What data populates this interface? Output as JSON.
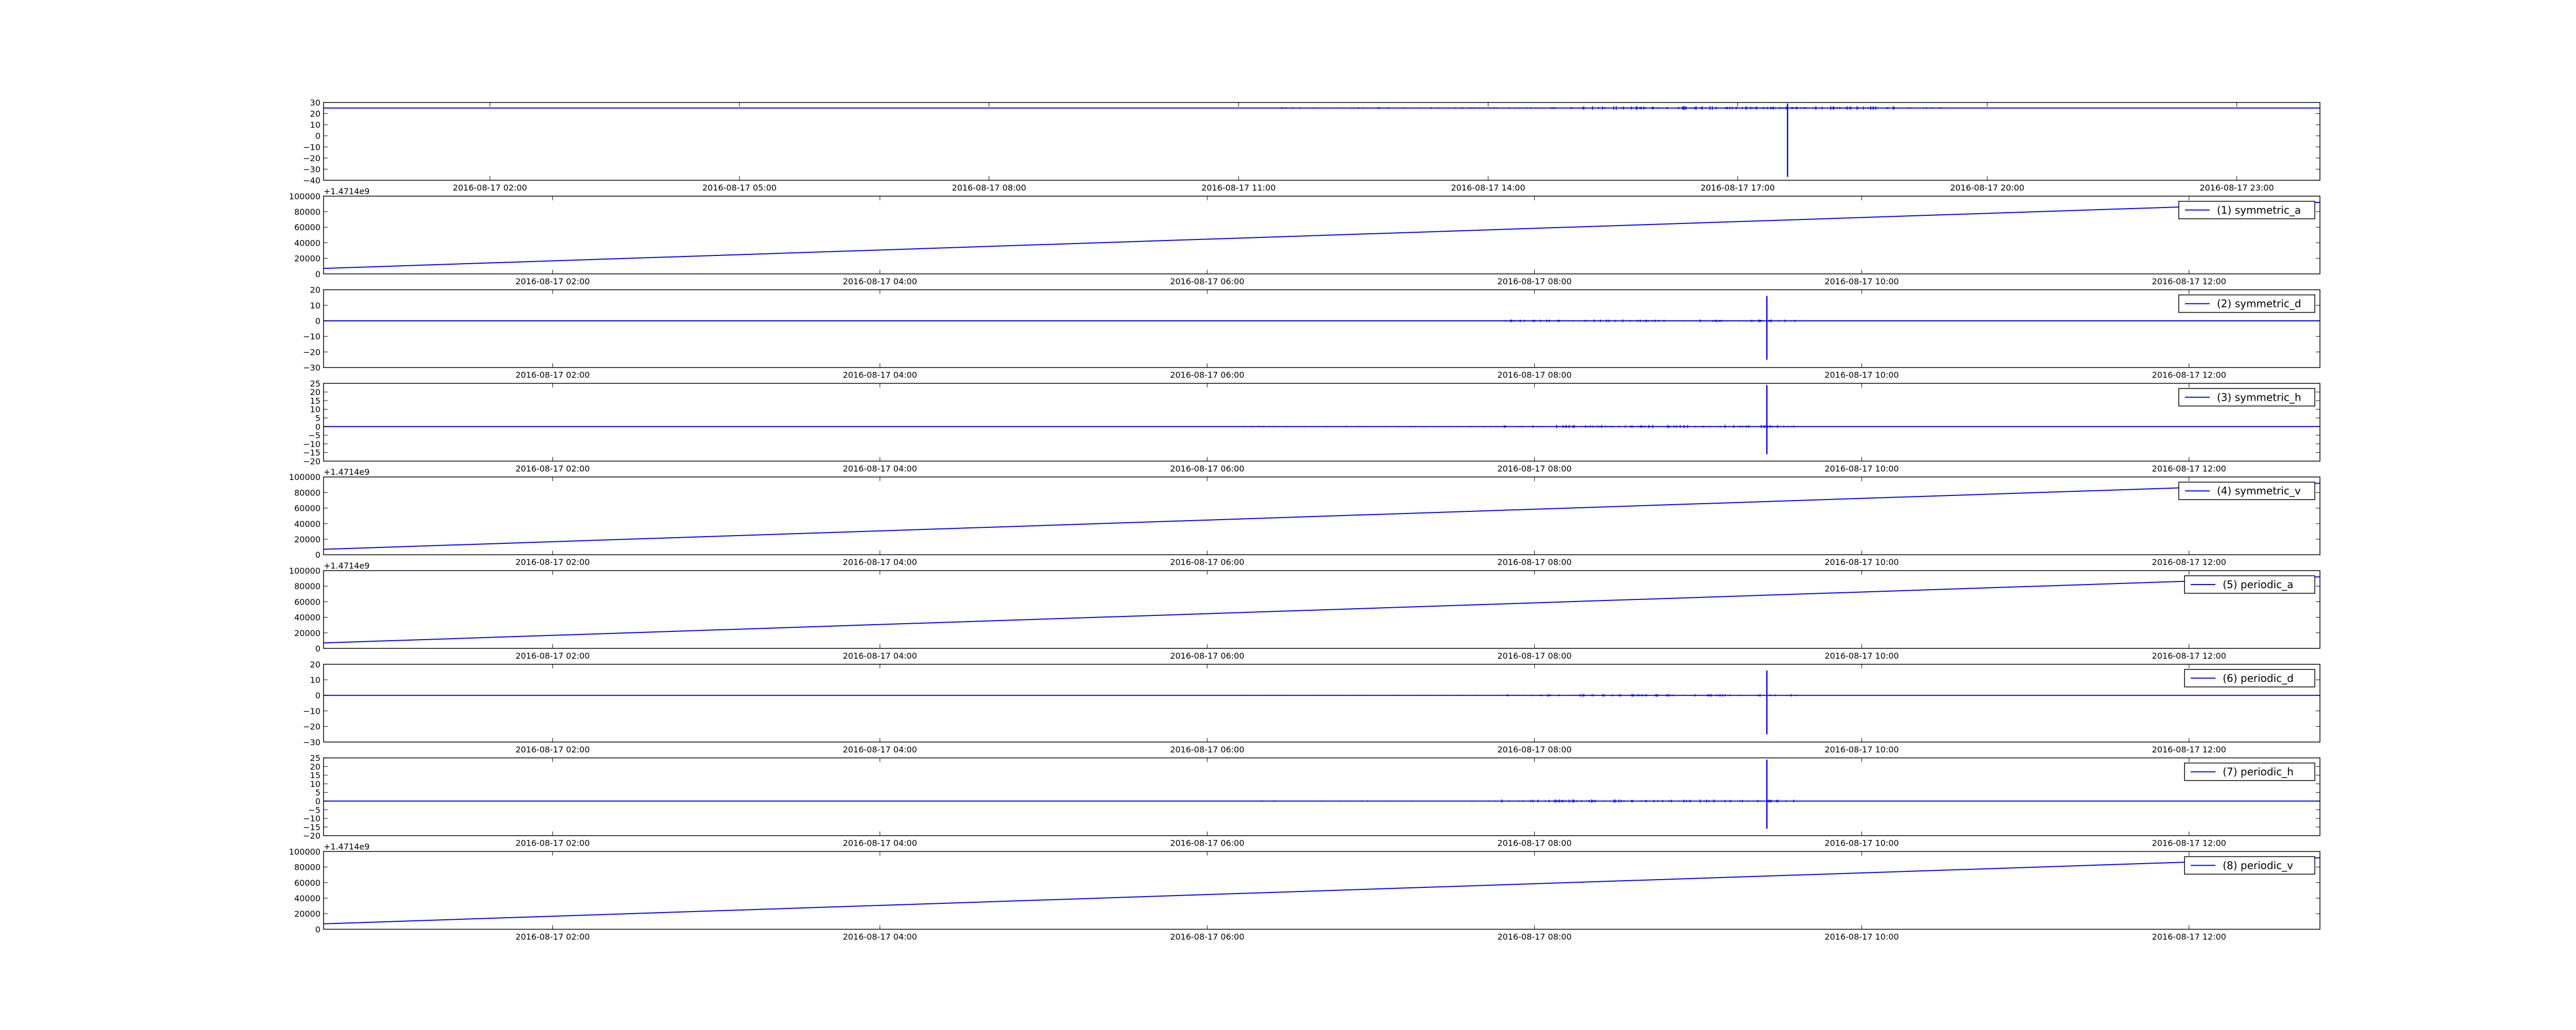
{
  "line_color": "#0000ff",
  "frame_color": "#000000",
  "background": "#ffffff",
  "chart_data": [
    {
      "type": "line",
      "legend": "",
      "legend_position": "none",
      "offset_label": "",
      "grid": false,
      "ylim": [
        -40,
        30
      ],
      "yticks": [
        30,
        20,
        10,
        0,
        -10,
        -20,
        -30,
        -40
      ],
      "ytick_labels": [
        "30",
        "20",
        "10",
        "0",
        "−10",
        "−20",
        "−30",
        "−40"
      ],
      "xlim": [
        0,
        24
      ],
      "xticks": [
        2,
        5,
        8,
        11,
        14,
        17,
        20,
        23
      ],
      "xtick_labels": [
        "2016-08-17 02:00",
        "2016-08-17 05:00",
        "2016-08-17 08:00",
        "2016-08-17 11:00",
        "2016-08-17 14:00",
        "2016-08-17 17:00",
        "2016-08-17 20:00",
        "2016-08-17 23:00"
      ],
      "baseline": 25,
      "noise": [
        [
          11.5,
          19.5,
          0.8
        ],
        [
          15,
          19,
          1.8
        ]
      ],
      "spike": {
        "x": 17.6,
        "min": -37,
        "max": 29
      }
    },
    {
      "type": "line",
      "legend": "(1) symmetric_a",
      "legend_position": "top-right",
      "offset_label": "+1.4714e9",
      "grid": false,
      "ylim": [
        0,
        100000
      ],
      "yticks": [
        100000,
        80000,
        60000,
        40000,
        20000,
        0
      ],
      "ytick_labels": [
        "100000",
        "80000",
        "60000",
        "40000",
        "20000",
        "0"
      ],
      "xlim": [
        0.6,
        12.8
      ],
      "xticks": [
        2,
        4,
        6,
        8,
        10,
        12
      ],
      "xtick_labels": [
        "2016-08-17 02:00",
        "2016-08-17 04:00",
        "2016-08-17 06:00",
        "2016-08-17 08:00",
        "2016-08-17 10:00",
        "2016-08-17 12:00"
      ],
      "x": [
        0.6,
        12.8
      ],
      "y": [
        7000,
        92000
      ]
    },
    {
      "type": "line",
      "legend": "(2) symmetric_d",
      "legend_position": "top-right",
      "offset_label": "",
      "grid": false,
      "ylim": [
        -30,
        20
      ],
      "yticks": [
        20,
        10,
        0,
        -10,
        -20,
        -30
      ],
      "ytick_labels": [
        "20",
        "10",
        "0",
        "−10",
        "−20",
        "−30"
      ],
      "xlim": [
        0.6,
        12.8
      ],
      "xticks": [
        2,
        4,
        6,
        8,
        10,
        12
      ],
      "xtick_labels": [
        "2016-08-17 02:00",
        "2016-08-17 04:00",
        "2016-08-17 06:00",
        "2016-08-17 08:00",
        "2016-08-17 10:00",
        "2016-08-17 12:00"
      ],
      "baseline": 0,
      "noise": [
        [
          6.2,
          9.6,
          0.3
        ],
        [
          7.8,
          9.6,
          0.9
        ]
      ],
      "spike": {
        "x": 9.42,
        "min": -25,
        "max": 16
      }
    },
    {
      "type": "line",
      "legend": "(3) symmetric_h",
      "legend_position": "top-right",
      "offset_label": "",
      "grid": false,
      "ylim": [
        -20,
        25
      ],
      "yticks": [
        25,
        20,
        15,
        10,
        5,
        0,
        -5,
        -10,
        -15,
        -20
      ],
      "ytick_labels": [
        "25",
        "20",
        "15",
        "10",
        "5",
        "0",
        "−5",
        "−10",
        "−15",
        "−20"
      ],
      "xlim": [
        0.6,
        12.8
      ],
      "xticks": [
        2,
        4,
        6,
        8,
        10,
        12
      ],
      "xtick_labels": [
        "2016-08-17 02:00",
        "2016-08-17 04:00",
        "2016-08-17 06:00",
        "2016-08-17 08:00",
        "2016-08-17 10:00",
        "2016-08-17 12:00"
      ],
      "baseline": 0,
      "noise": [
        [
          6.2,
          9.6,
          0.4
        ],
        [
          7.8,
          9.6,
          1.0
        ]
      ],
      "spike": {
        "x": 9.42,
        "min": -16,
        "max": 24
      }
    },
    {
      "type": "line",
      "legend": "(4) symmetric_v",
      "legend_position": "top-right",
      "offset_label": "+1.4714e9",
      "grid": false,
      "ylim": [
        0,
        100000
      ],
      "yticks": [
        100000,
        80000,
        60000,
        40000,
        20000,
        0
      ],
      "ytick_labels": [
        "100000",
        "80000",
        "60000",
        "40000",
        "20000",
        "0"
      ],
      "xlim": [
        0.6,
        12.8
      ],
      "xticks": [
        2,
        4,
        6,
        8,
        10,
        12
      ],
      "xtick_labels": [
        "2016-08-17 02:00",
        "2016-08-17 04:00",
        "2016-08-17 06:00",
        "2016-08-17 08:00",
        "2016-08-17 10:00",
        "2016-08-17 12:00"
      ],
      "x": [
        0.6,
        12.8
      ],
      "y": [
        7000,
        92000
      ]
    },
    {
      "type": "line",
      "legend": "(5) periodic_a",
      "legend_position": "top-right",
      "offset_label": "+1.4714e9",
      "grid": false,
      "ylim": [
        0,
        100000
      ],
      "yticks": [
        100000,
        80000,
        60000,
        40000,
        20000,
        0
      ],
      "ytick_labels": [
        "100000",
        "80000",
        "60000",
        "40000",
        "20000",
        "0"
      ],
      "xlim": [
        0.6,
        12.8
      ],
      "xticks": [
        2,
        4,
        6,
        8,
        10,
        12
      ],
      "xtick_labels": [
        "2016-08-17 02:00",
        "2016-08-17 04:00",
        "2016-08-17 06:00",
        "2016-08-17 08:00",
        "2016-08-17 10:00",
        "2016-08-17 12:00"
      ],
      "x": [
        0.6,
        12.8
      ],
      "y": [
        7000,
        92000
      ]
    },
    {
      "type": "line",
      "legend": "(6) periodic_d",
      "legend_position": "top-right",
      "offset_label": "",
      "grid": false,
      "ylim": [
        -30,
        20
      ],
      "yticks": [
        20,
        10,
        0,
        -10,
        -20,
        -30
      ],
      "ytick_labels": [
        "20",
        "10",
        "0",
        "−10",
        "−20",
        "−30"
      ],
      "xlim": [
        0.6,
        12.8
      ],
      "xticks": [
        2,
        4,
        6,
        8,
        10,
        12
      ],
      "xtick_labels": [
        "2016-08-17 02:00",
        "2016-08-17 04:00",
        "2016-08-17 06:00",
        "2016-08-17 08:00",
        "2016-08-17 10:00",
        "2016-08-17 12:00"
      ],
      "baseline": 0,
      "noise": [
        [
          6.2,
          9.6,
          0.3
        ],
        [
          7.8,
          9.6,
          0.9
        ]
      ],
      "spike": {
        "x": 9.42,
        "min": -25,
        "max": 16
      }
    },
    {
      "type": "line",
      "legend": "(7) periodic_h",
      "legend_position": "top-right",
      "offset_label": "",
      "grid": false,
      "ylim": [
        -20,
        25
      ],
      "yticks": [
        25,
        20,
        15,
        10,
        5,
        0,
        -5,
        -10,
        -15,
        -20
      ],
      "ytick_labels": [
        "25",
        "20",
        "15",
        "10",
        "5",
        "0",
        "−5",
        "−10",
        "−15",
        "−20"
      ],
      "xlim": [
        0.6,
        12.8
      ],
      "xticks": [
        2,
        4,
        6,
        8,
        10,
        12
      ],
      "xtick_labels": [
        "2016-08-17 02:00",
        "2016-08-17 04:00",
        "2016-08-17 06:00",
        "2016-08-17 08:00",
        "2016-08-17 10:00",
        "2016-08-17 12:00"
      ],
      "baseline": 0,
      "noise": [
        [
          6.2,
          9.6,
          0.4
        ],
        [
          7.8,
          9.6,
          1.0
        ]
      ],
      "spike": {
        "x": 9.42,
        "min": -16,
        "max": 24
      }
    },
    {
      "type": "line",
      "legend": "(8) periodic_v",
      "legend_position": "top-right",
      "offset_label": "+1.4714e9",
      "grid": false,
      "ylim": [
        0,
        100000
      ],
      "yticks": [
        100000,
        80000,
        60000,
        40000,
        20000,
        0
      ],
      "ytick_labels": [
        "100000",
        "80000",
        "60000",
        "40000",
        "20000",
        "0"
      ],
      "xlim": [
        0.6,
        12.8
      ],
      "xticks": [
        2,
        4,
        6,
        8,
        10,
        12
      ],
      "xtick_labels": [
        "2016-08-17 02:00",
        "2016-08-17 04:00",
        "2016-08-17 06:00",
        "2016-08-17 08:00",
        "2016-08-17 10:00",
        "2016-08-17 12:00"
      ],
      "x": [
        0.6,
        12.8
      ],
      "y": [
        7000,
        92000
      ]
    }
  ]
}
